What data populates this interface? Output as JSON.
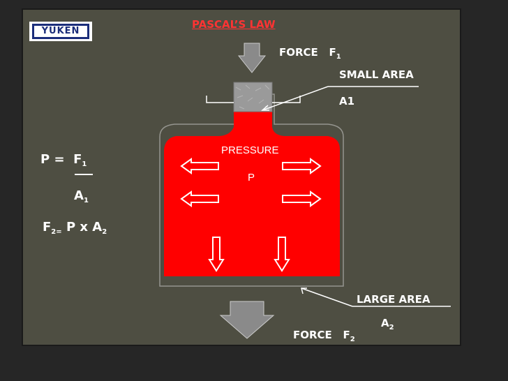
{
  "slide": {
    "logo_text": "YUKEN",
    "title": "PASCAL’S  LAW",
    "labels": {
      "force_top": "FORCE",
      "force_top_symbol": "F",
      "force_top_sub": "1",
      "small_area": "SMALL AREA",
      "small_area_symbol": "A1",
      "pressure": "PRESSURE",
      "pressure_symbol": "P",
      "large_area": "LARGE  AREA",
      "large_area_symbol": "A",
      "large_area_sub": "2",
      "force_bottom": "FORCE",
      "force_bottom_symbol": "F",
      "force_bottom_sub": "2"
    },
    "formulas": {
      "p_lhs": "P =",
      "p_num": "F",
      "p_num_sub": "1",
      "p_den": "A",
      "p_den_sub": "1",
      "f2_lhs": "F",
      "f2_lhs_sub": "2",
      "f2_eq": "=",
      "f2_rhs": "P x A",
      "f2_rhs_sub": "2"
    },
    "colors": {
      "background": "#262626",
      "panel": "#4e4e42",
      "fluid": "#ff0000",
      "title": "#ff3333",
      "arrow_fill": "#808080",
      "text": "#ffffff",
      "logo": "#1b2d7a"
    }
  }
}
